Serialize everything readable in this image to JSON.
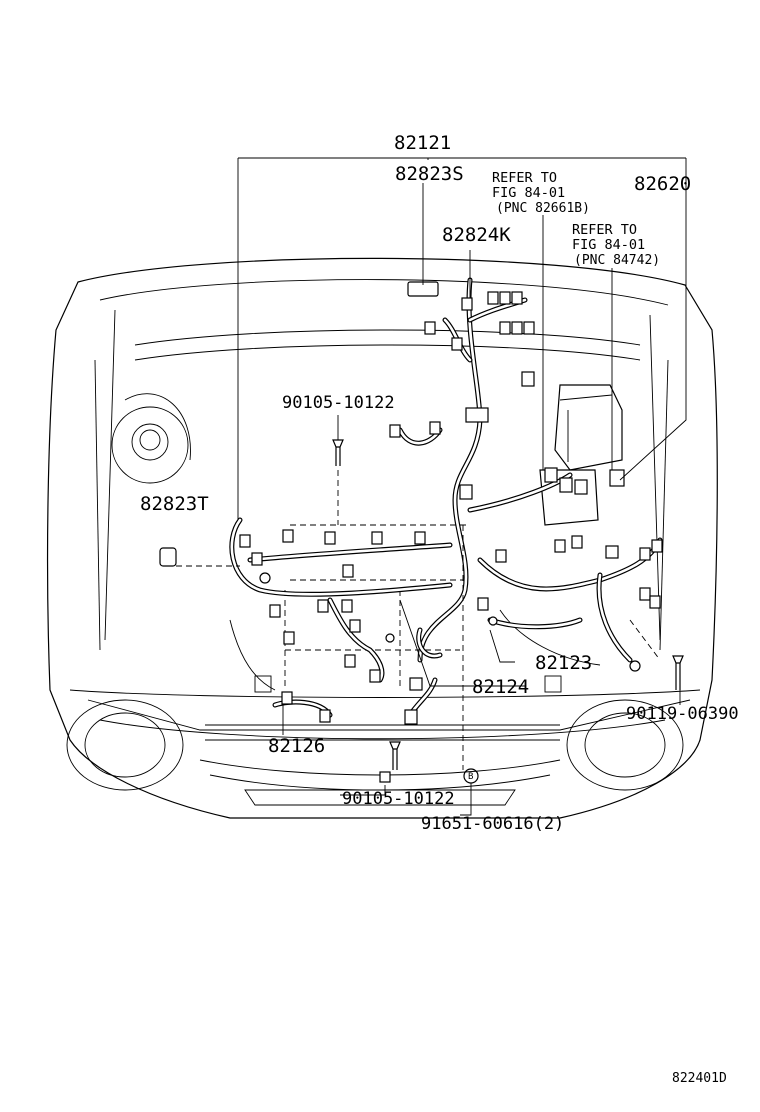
{
  "labels": {
    "p82121": "82121",
    "p82823S": "82823S",
    "p82824K": "82824K",
    "p82620": "82620",
    "refer1_l1": "REFER TO",
    "refer1_l2": "FIG 84-01",
    "refer1_l3": "(PNC 82661B)",
    "refer2_l1": "REFER TO",
    "refer2_l2": "FIG 84-01",
    "refer2_l3": "(PNC 84742)",
    "p90105a": "90105-10122",
    "p82823T": "82823T",
    "p82123": "82123",
    "p82124": "82124",
    "p90119": "90119-06390",
    "p82126": "82126",
    "p90105b": "90105-10122",
    "p91651": "91651-60616(2)",
    "marker_b": "B",
    "figure_code": "822401D"
  }
}
